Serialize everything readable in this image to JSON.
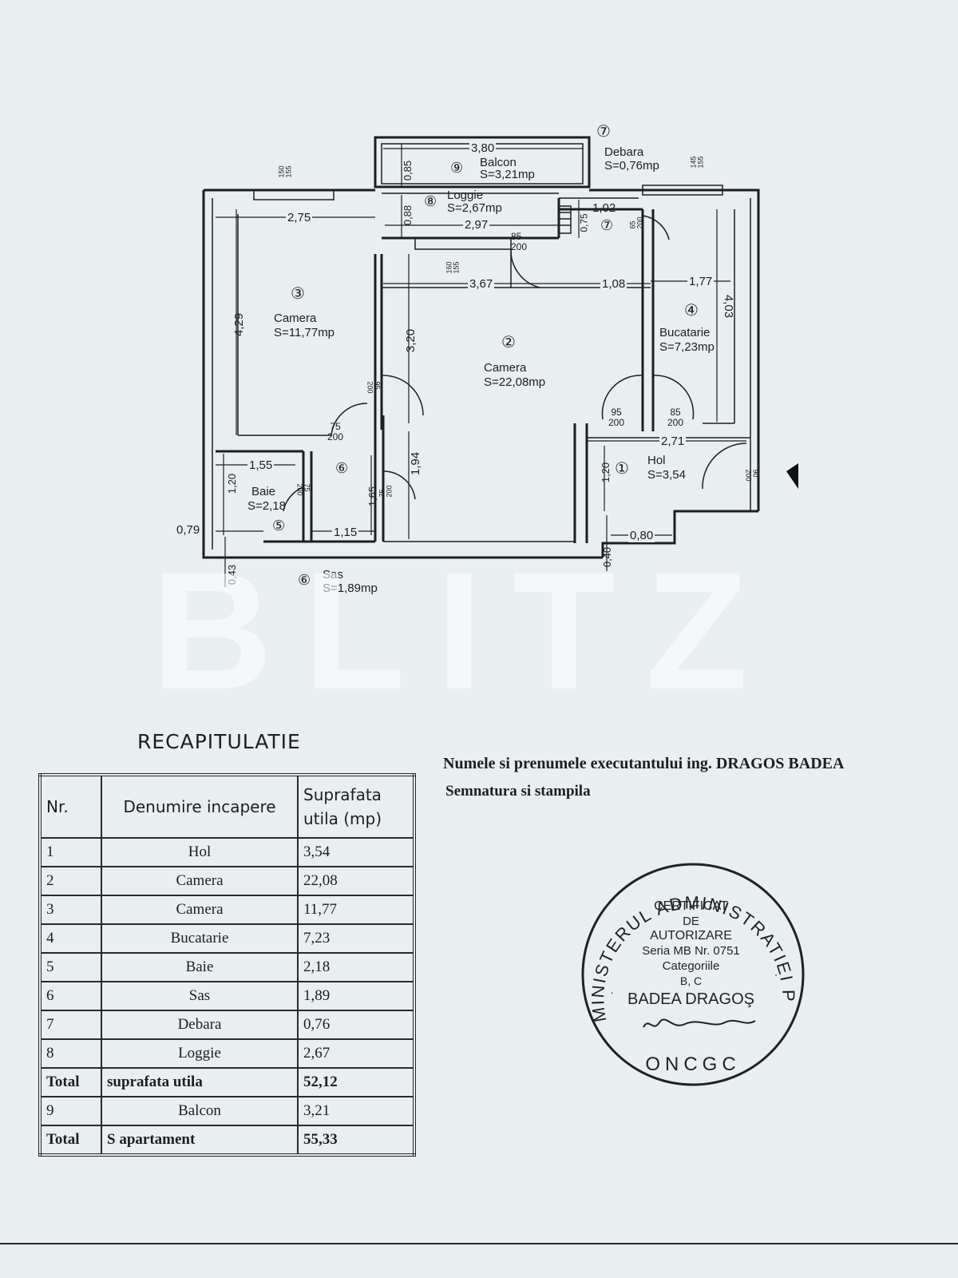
{
  "plan": {
    "rooms": [
      {
        "num": "①",
        "name": "Hol",
        "area": "S=3,54"
      },
      {
        "num": "②",
        "name": "Camera",
        "area": "S=22,08mp"
      },
      {
        "num": "③",
        "name": "Camera",
        "area": "S=11,77mp"
      },
      {
        "num": "④",
        "name": "Bucatarie",
        "area": "S=7,23mp"
      },
      {
        "num": "⑤",
        "name": "Baie",
        "area": "S=2,18"
      },
      {
        "num": "⑥",
        "name": "Sas",
        "area": "S=1,89mp"
      },
      {
        "num": "⑦",
        "name": "Debara",
        "area": "S=0,76mp"
      },
      {
        "num": "⑧",
        "name": "Loggie",
        "area": "S=2,67mp"
      },
      {
        "num": "⑨",
        "name": "Balcon",
        "area": "S=3,21mp"
      }
    ],
    "dimensions": {
      "balcon_w": "3,80",
      "balcon_h": "0,85",
      "loggie_h": "0,88",
      "loggie_w": "2,97",
      "debara_w": "1,02",
      "debara_h": "0,75",
      "cam3_w": "2,75",
      "cam3_h": "4,29",
      "cam2_w": "3,67",
      "cam2_h": "3,20",
      "w108": "1,08",
      "w177": "1,77",
      "h403": "4,03",
      "w271": "2,71",
      "h194": "1,94",
      "w155": "1,55",
      "h120": "1,20",
      "h165": "1,65",
      "w115": "1,15",
      "w079": "0,79",
      "h043": "0,43",
      "h040": "0,40",
      "w080": "0,80",
      "h120b": "1,20"
    },
    "openings": {
      "o150_155": "150\n155",
      "o145_155": "145\n155",
      "o160_155": "160\n155",
      "d85_200_a": "85\n200",
      "d65_200": "65\n200",
      "d95_200_a": "95\n200",
      "d75_200_a": "75\n200",
      "d75_200_b": "75\n200",
      "d75_200_c": "75\n200",
      "d95_200_b": "95\n200",
      "d85_200_b": "85\n200",
      "d90_200": "90\n200"
    }
  },
  "watermark": "BLITZ",
  "recap": {
    "title": "RECAPITULATIE",
    "headers": {
      "nr": "Nr.",
      "name": "Denumire incapere",
      "area_l1": "Suprafata",
      "area_l2": "utila  (mp)"
    },
    "rows": [
      {
        "nr": "1",
        "name": "Hol",
        "area": "3,54"
      },
      {
        "nr": "2",
        "name": "Camera",
        "area": "22,08"
      },
      {
        "nr": "3",
        "name": "Camera",
        "area": "11,77"
      },
      {
        "nr": "4",
        "name": "Bucatarie",
        "area": "7,23"
      },
      {
        "nr": "5",
        "name": "Baie",
        "area": "2,18"
      },
      {
        "nr": "6",
        "name": "Sas",
        "area": "1,89"
      },
      {
        "nr": "7",
        "name": "Debara",
        "area": "0,76"
      },
      {
        "nr": "8",
        "name": "Loggie",
        "area": "2,67"
      }
    ],
    "total_util": {
      "label": "Total",
      "name": "suprafata  utila",
      "area": "52,12"
    },
    "balcon": {
      "nr": "9",
      "name": "Balcon",
      "area": "3,21"
    },
    "total_apt": {
      "label": "Total",
      "name": "S  apartament",
      "area": "55,33"
    }
  },
  "executant": {
    "line1": "Numele si prenumele executantului ing. DRAGOS BADEA",
    "line2": "Semnatura si stampila"
  },
  "stamp": {
    "arc_text": "MINISTERUL ADMINISTRATIEI PUBLICE",
    "bottom_text": "ONCGC",
    "l1": "CERTIFICAT",
    "l2": "DE",
    "l3": "AUTORIZARE",
    "l4": "Seria MB Nr. 0751",
    "l5": "Categoriile",
    "l6": "B, C",
    "l7": "BADEA DRAGOŞ"
  }
}
